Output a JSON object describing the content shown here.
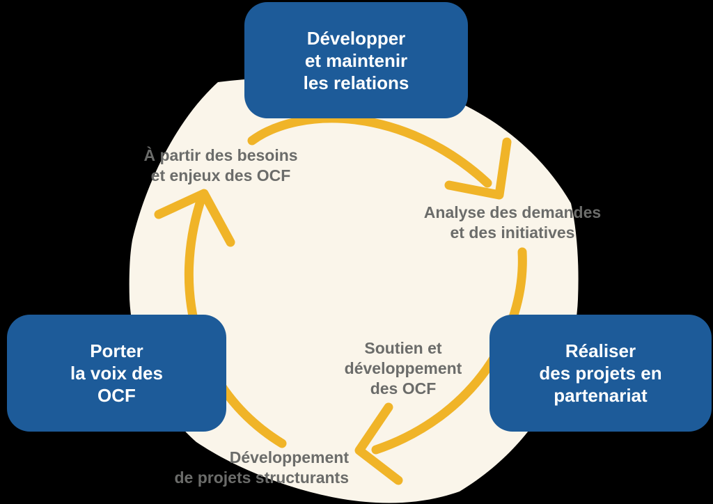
{
  "colors": {
    "blue": "#1D5B99",
    "yellow": "#F0B428",
    "cream": "#FAF5EA",
    "gray": "#6B6C6A",
    "white": "#FFFFFF",
    "bg": "#000000"
  },
  "boxes": {
    "top": {
      "lines": [
        "Développer",
        "et maintenir",
        "les relations"
      ]
    },
    "left": {
      "lines": [
        "Porter",
        "la voix des",
        "OCF"
      ]
    },
    "right": {
      "lines": [
        "Réaliser",
        "des projets en",
        "partenariat"
      ]
    }
  },
  "labels": {
    "top_left": {
      "lines": [
        "À partir des besoins",
        "et enjeux des OCF"
      ]
    },
    "right": {
      "lines": [
        "Analyse des demandes",
        "et des initiatives"
      ]
    },
    "center": {
      "lines": [
        "Soutien et",
        "développement",
        "des OCF"
      ]
    },
    "bottom": {
      "lines": [
        "Développement",
        "de projets structurants"
      ]
    }
  }
}
